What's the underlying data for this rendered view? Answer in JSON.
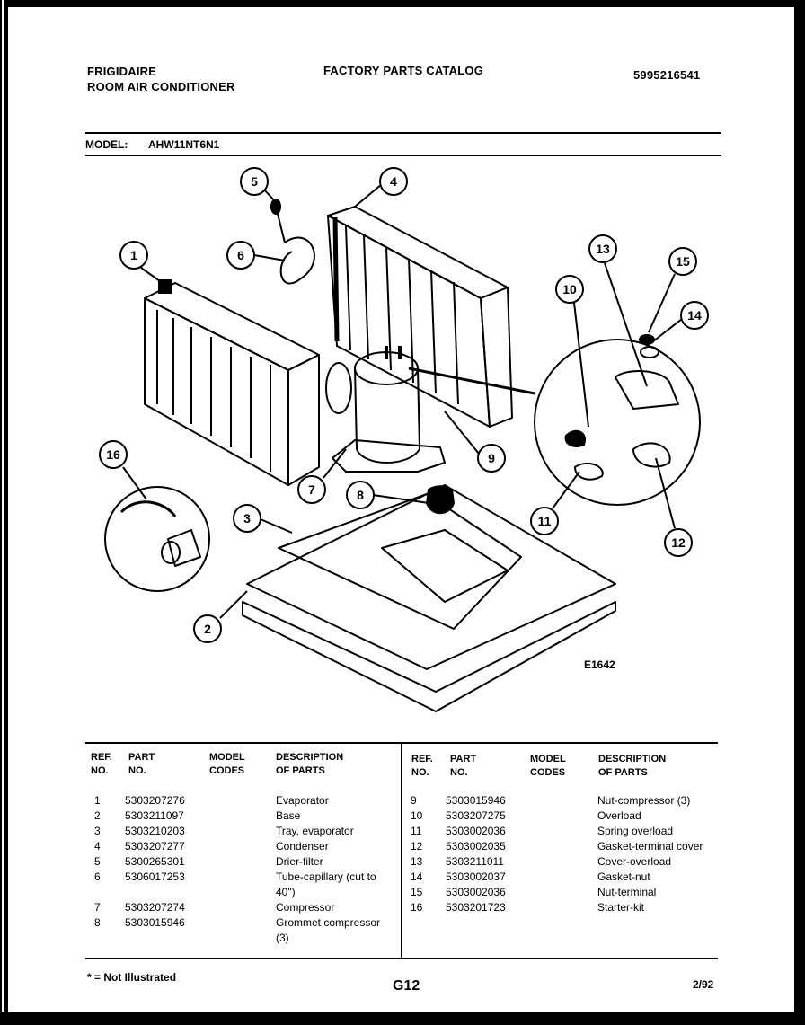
{
  "header": {
    "brand": "FRIGIDAIRE",
    "product": "ROOM AIR CONDITIONER",
    "catalog_title": "FACTORY PARTS CATALOG",
    "publication_no": "5995216541",
    "model_label": "MODEL:",
    "model_value": "AHW11NT6N1"
  },
  "diagram": {
    "code": "E1642",
    "callouts": [
      "1",
      "2",
      "3",
      "4",
      "5",
      "6",
      "7",
      "8",
      "9",
      "10",
      "11",
      "12",
      "13",
      "14",
      "15",
      "16"
    ]
  },
  "table": {
    "headers": {
      "ref": "REF.\nNO.",
      "part": "PART\nNO.",
      "model": "MODEL\nCODES",
      "desc": "DESCRIPTION\nOF PARTS"
    },
    "left_rows": [
      {
        "ref": "1",
        "part": "5303207276",
        "desc": "Evaporator"
      },
      {
        "ref": "2",
        "part": "5303211097",
        "desc": "Base"
      },
      {
        "ref": "3",
        "part": "5303210203",
        "desc": "Tray, evaporator"
      },
      {
        "ref": "4",
        "part": "5303207277",
        "desc": "Condenser"
      },
      {
        "ref": "5",
        "part": "5300265301",
        "desc": "Drier-filter"
      },
      {
        "ref": "6",
        "part": "5306017253",
        "desc": "Tube-capillary (cut to",
        "desc2": "40\")"
      },
      {
        "ref": "7",
        "part": "5303207274",
        "desc": "Compressor"
      },
      {
        "ref": "8",
        "part": "5303015946",
        "desc": "Grommet compressor",
        "desc2": "(3)"
      }
    ],
    "right_rows": [
      {
        "ref": "9",
        "part": "5303015946",
        "desc": "Nut-compressor (3)"
      },
      {
        "ref": "10",
        "part": "5303207275",
        "desc": "Overload"
      },
      {
        "ref": "11",
        "part": "5303002036",
        "desc": "Spring overload"
      },
      {
        "ref": "12",
        "part": "5303002035",
        "desc": "Gasket-terminal cover"
      },
      {
        "ref": "13",
        "part": "5303211011",
        "desc": "Cover-overload"
      },
      {
        "ref": "14",
        "part": "5303002037",
        "desc": "Gasket-nut"
      },
      {
        "ref": "15",
        "part": "5303002036",
        "desc": "Nut-terminal"
      },
      {
        "ref": "16",
        "part": "5303201723",
        "desc": "Starter-kit"
      }
    ]
  },
  "footer": {
    "note": "* = Not Illustrated",
    "page": "G12",
    "date": "2/92"
  }
}
